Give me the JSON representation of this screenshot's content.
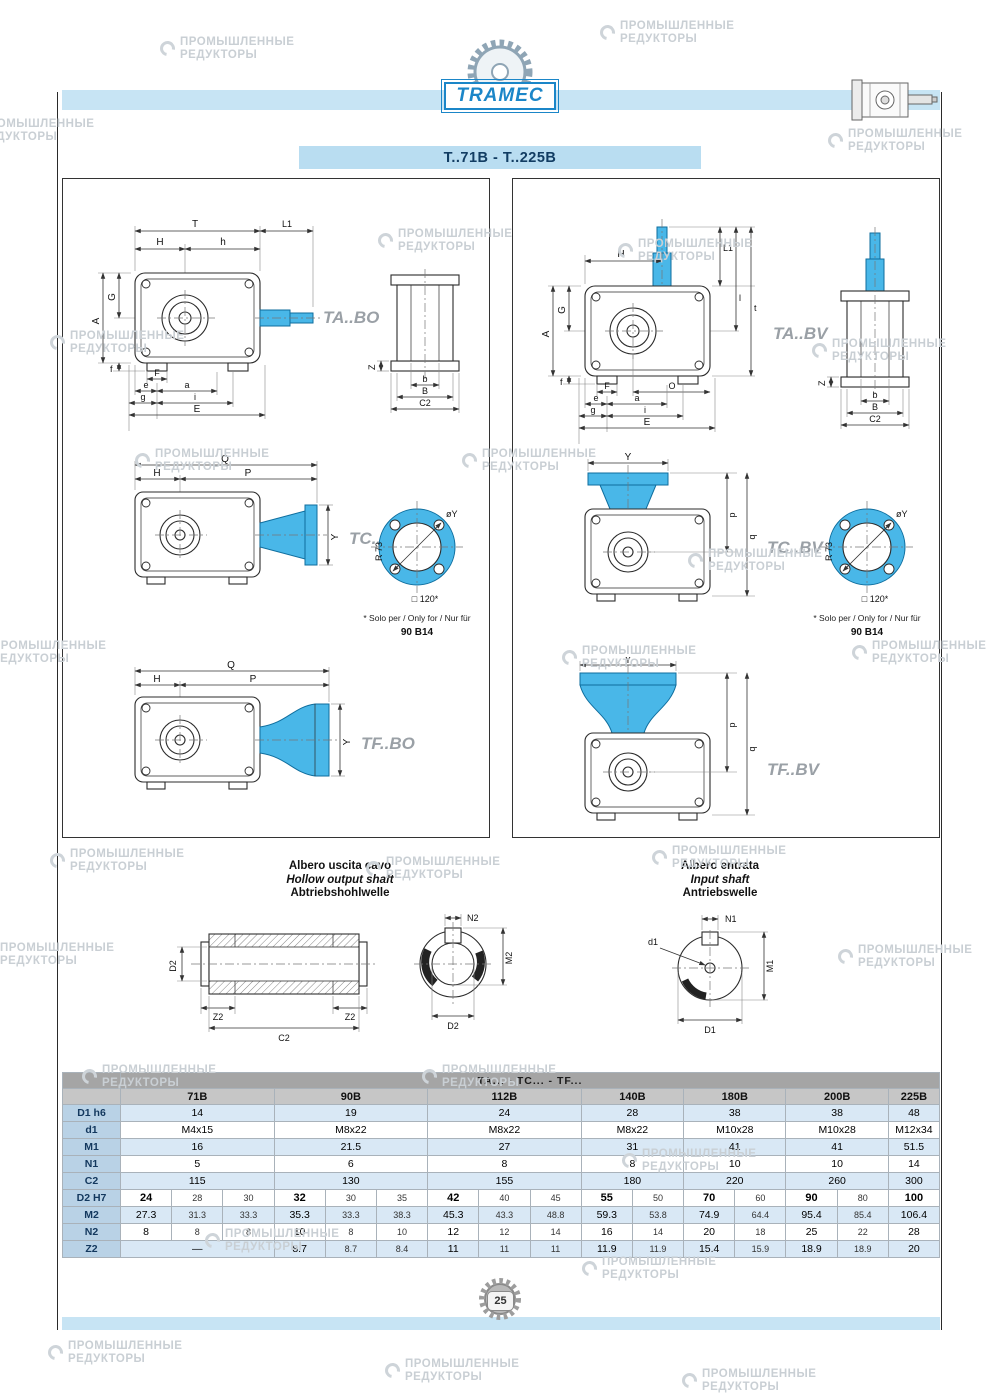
{
  "page": {
    "brand": "TRAMEC",
    "title": "T..71B - T..225B",
    "page_number": "25",
    "watermark": {
      "line1": "ПРОМЫШЛЕННЫЕ",
      "line2": "РЕДУКТОРЫ"
    }
  },
  "labels": {
    "ta_bo": "TA..BO",
    "tc_bo": "TC..BO",
    "tf_bo": "TF..BO",
    "ta_bv": "TA..BV",
    "tc_bv": "TC..BV",
    "tf_bv": "TF..BV",
    "note_line1": "* Solo per / Only for / Nur für",
    "note_line2": "90 B14"
  },
  "dims": {
    "T": "T",
    "H": "H",
    "h": "h",
    "L1": "L1",
    "A": "A",
    "G": "G",
    "F": "F",
    "f": "f",
    "e": "e",
    "a": "a",
    "g": "g",
    "i": "i",
    "E": "E",
    "O": "O",
    "l": "l",
    "t": "t",
    "Z": "Z",
    "b": "b",
    "B": "B",
    "C2": "C2",
    "Q": "Q",
    "P": "P",
    "Y": "Y",
    "phiY": "øY",
    "R73": "R 73",
    "sq120": "□ 120*",
    "p": "p",
    "q": "q",
    "D2": "D2",
    "Z2": "Z2",
    "N2": "N2",
    "M2": "M2",
    "N1": "N1",
    "M1": "M1",
    "D1": "D1",
    "d1": "d1"
  },
  "sections": {
    "output_shaft": {
      "it": "Albero uscita cavo",
      "en": "Hollow output shaft",
      "de": "Abtriebshohlwelle"
    },
    "input_shaft": {
      "it": "Albero entrata",
      "en": "Input shaft",
      "de": "Antriebswelle"
    }
  },
  "table": {
    "group_header": "TA... - TC... - TF...",
    "columns": [
      {
        "label": "71B",
        "span": 3
      },
      {
        "label": "90B",
        "span": 3
      },
      {
        "label": "112B",
        "span": 3
      },
      {
        "label": "140B",
        "span": 2
      },
      {
        "label": "180B",
        "span": 2
      },
      {
        "label": "200B",
        "span": 2
      },
      {
        "label": "225B",
        "span": 1
      }
    ],
    "rows": [
      {
        "label": "D1 h6",
        "cells": [
          {
            "v": "14",
            "s": 3
          },
          {
            "v": "19",
            "s": 3
          },
          {
            "v": "24",
            "s": 3
          },
          {
            "v": "28",
            "s": 2
          },
          {
            "v": "38",
            "s": 2
          },
          {
            "v": "38",
            "s": 2
          },
          {
            "v": "48"
          }
        ]
      },
      {
        "label": "d1",
        "cells": [
          {
            "v": "M4x15",
            "s": 3
          },
          {
            "v": "M8x22",
            "s": 3
          },
          {
            "v": "M8x22",
            "s": 3
          },
          {
            "v": "M8x22",
            "s": 2
          },
          {
            "v": "M10x28",
            "s": 2
          },
          {
            "v": "M10x28",
            "s": 2
          },
          {
            "v": "M12x34"
          }
        ]
      },
      {
        "label": "M1",
        "cells": [
          {
            "v": "16",
            "s": 3
          },
          {
            "v": "21.5",
            "s": 3
          },
          {
            "v": "27",
            "s": 3
          },
          {
            "v": "31",
            "s": 2
          },
          {
            "v": "41",
            "s": 2
          },
          {
            "v": "41",
            "s": 2
          },
          {
            "v": "51.5"
          }
        ]
      },
      {
        "label": "N1",
        "cells": [
          {
            "v": "5",
            "s": 3
          },
          {
            "v": "6",
            "s": 3
          },
          {
            "v": "8",
            "s": 3
          },
          {
            "v": "8",
            "s": 2
          },
          {
            "v": "10",
            "s": 2
          },
          {
            "v": "10",
            "s": 2
          },
          {
            "v": "14"
          }
        ]
      },
      {
        "label": "C2",
        "cells": [
          {
            "v": "115",
            "s": 3
          },
          {
            "v": "130",
            "s": 3
          },
          {
            "v": "155",
            "s": 3
          },
          {
            "v": "180",
            "s": 2
          },
          {
            "v": "220",
            "s": 2
          },
          {
            "v": "260",
            "s": 2
          },
          {
            "v": "300"
          }
        ]
      },
      {
        "label": "D2 H7",
        "bold": true,
        "cells": [
          {
            "v": "24"
          },
          {
            "v": "28"
          },
          {
            "v": "30"
          },
          {
            "v": "32"
          },
          {
            "v": "30"
          },
          {
            "v": "35"
          },
          {
            "v": "42"
          },
          {
            "v": "40"
          },
          {
            "v": "45"
          },
          {
            "v": "55"
          },
          {
            "v": "50"
          },
          {
            "v": "70"
          },
          {
            "v": "60"
          },
          {
            "v": "90"
          },
          {
            "v": "80"
          },
          {
            "v": "100"
          }
        ]
      },
      {
        "label": "M2",
        "cells": [
          {
            "v": "27.3"
          },
          {
            "v": "31.3"
          },
          {
            "v": "33.3"
          },
          {
            "v": "35.3"
          },
          {
            "v": "33.3"
          },
          {
            "v": "38.3"
          },
          {
            "v": "45.3"
          },
          {
            "v": "43.3"
          },
          {
            "v": "48.8"
          },
          {
            "v": "59.3"
          },
          {
            "v": "53.8"
          },
          {
            "v": "74.9"
          },
          {
            "v": "64.4"
          },
          {
            "v": "95.4"
          },
          {
            "v": "85.4"
          },
          {
            "v": "106.4"
          }
        ]
      },
      {
        "label": "N2",
        "cells": [
          {
            "v": "8"
          },
          {
            "v": "8"
          },
          {
            "v": "8"
          },
          {
            "v": "10"
          },
          {
            "v": "8"
          },
          {
            "v": "10"
          },
          {
            "v": "12"
          },
          {
            "v": "12"
          },
          {
            "v": "14"
          },
          {
            "v": "16"
          },
          {
            "v": "14"
          },
          {
            "v": "20"
          },
          {
            "v": "18"
          },
          {
            "v": "25"
          },
          {
            "v": "22"
          },
          {
            "v": "28"
          }
        ]
      },
      {
        "label": "Z2",
        "cells": [
          {
            "v": "—",
            "s": 3
          },
          {
            "v": "8.7"
          },
          {
            "v": "8.7"
          },
          {
            "v": "8.4"
          },
          {
            "v": "11"
          },
          {
            "v": "11"
          },
          {
            "v": "11"
          },
          {
            "v": "11.9"
          },
          {
            "v": "11.9"
          },
          {
            "v": "15.4"
          },
          {
            "v": "15.9"
          },
          {
            "v": "18.9"
          },
          {
            "v": "18.9"
          },
          {
            "v": "20"
          }
        ]
      }
    ]
  }
}
